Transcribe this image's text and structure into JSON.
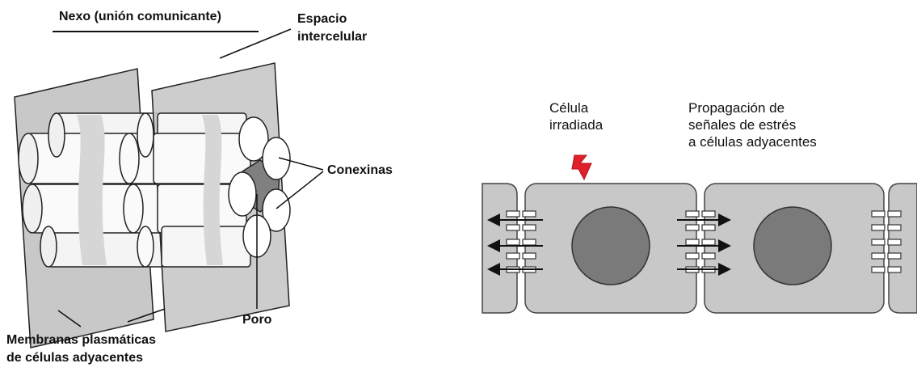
{
  "left_panel": {
    "title": "Nexo (unión comunicante)",
    "espacio_line1": "Espacio",
    "espacio_line2": "intercelular",
    "conexinas": "Conexinas",
    "poro": "Poro",
    "membranas_line1": "Membranas plasmáticas",
    "membranas_line2": "de células adyacentes"
  },
  "right_panel": {
    "celula_line1": "Célula",
    "celula_line2": "irradiada",
    "propagacion_line1": "Propagación de",
    "propagacion_line2": "señales de estrés",
    "propagacion_line3": "a células adyacentes"
  },
  "colors": {
    "membrane": "#c8c8c8",
    "cell": "#c8c8c8",
    "nucleus": "#7a7a7a",
    "pore": "#808080",
    "lightning": "#e0202a",
    "outline": "#222222"
  }
}
